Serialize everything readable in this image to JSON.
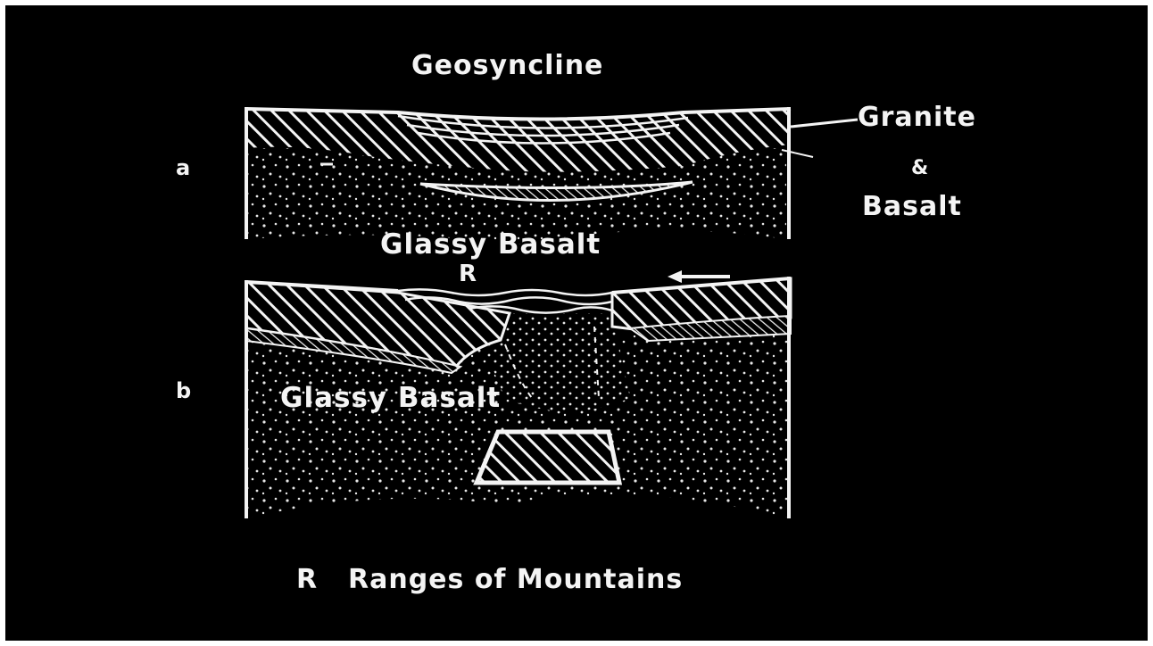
{
  "title": "Geosyncline",
  "layers": {
    "granite": "Granite",
    "ampersand": "&",
    "basalt": "Basalt"
  },
  "panels": {
    "a": {
      "letter": "a",
      "substrate_label": "Glassy Basalt"
    },
    "b": {
      "letter": "b",
      "substrate_label": "Glassy Basalt",
      "range_marker": "R"
    }
  },
  "legend": {
    "key": "R",
    "text": "Ranges of Mountains"
  },
  "colors": {
    "background": "#000000",
    "ink": "#f4f4f4",
    "outer_frame": "#ffffff"
  }
}
